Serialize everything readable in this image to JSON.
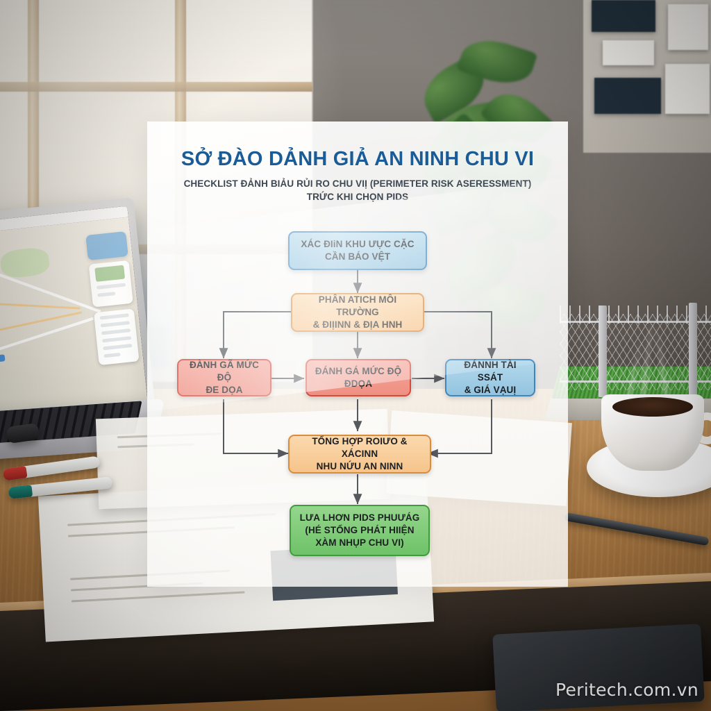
{
  "panel": {
    "title": "SỞ ĐÀO DẢNH GIẢ AN NINH CHU VI",
    "subtitle_line1": "CHECKLIST ĐẢNH BIẢU RỦI RO CHU VIỊ (PERIMETER RISK ASERESSMENT)",
    "subtitle_line2": "TRỨC KHI CHỌN PIDS",
    "title_color": "#1b5c97",
    "subtitle_color": "#3e4852"
  },
  "flow": {
    "nodes": [
      {
        "id": "scope",
        "line1": "XÁC ĐIiN KHU ƯỰC CẶC",
        "line2": "CẦN BÁO VỆT",
        "line3": "",
        "color": "#93c4e0",
        "border": "#3e86ba"
      },
      {
        "id": "env",
        "line1": "PHÂN ATICH MÔI TRƯỜNG",
        "line2": "& ĐIỊINN & ĐỊA HNH",
        "line3": "",
        "color": "#f6c48b",
        "border": "#d98c3c"
      },
      {
        "id": "threat",
        "line1": "ĐÀNH GÃ MỨC ĐỘ",
        "line2": "ĐE DỌA",
        "line3": "",
        "color": "#ef8f82",
        "border": "#d64a3c"
      },
      {
        "id": "risk",
        "line1": "ĐÁNH GÁ MỨC ĐỘ",
        "line2": "ĐDỌA",
        "line3": "",
        "color": "#ef8f82",
        "border": "#d64a3c"
      },
      {
        "id": "asset",
        "line1": "ĐÁNNH TÀI SSÁT",
        "line2": "& GIÁ VẠUỊ",
        "line3": "",
        "color": "#93c4e0",
        "border": "#3e86ba"
      },
      {
        "id": "summary",
        "line1": "TỔNG HỢP ROIƯO & XÁCINN",
        "line2": "NHU NỨU AN NINN",
        "line3": "",
        "color": "#f6c48b",
        "border": "#d98c3c"
      },
      {
        "id": "select",
        "line1": "LƯA LHƠN PIDS PHUƯÁG",
        "line2": "(HÉ STỔNG PHÁT HIIỆN",
        "line3": "XÀM NHỤP CHU VI)",
        "color": "#6ec268",
        "border": "#3f9b3c"
      }
    ]
  },
  "watermark": {
    "text": "Peritech.com.vn"
  },
  "scene": {
    "laptop_app": "map-application",
    "objects": [
      "laptop",
      "coffee-cup",
      "saucer",
      "fence-model",
      "plant",
      "paper-sheets",
      "markers",
      "pen",
      "notebook",
      "usb-drive"
    ]
  }
}
